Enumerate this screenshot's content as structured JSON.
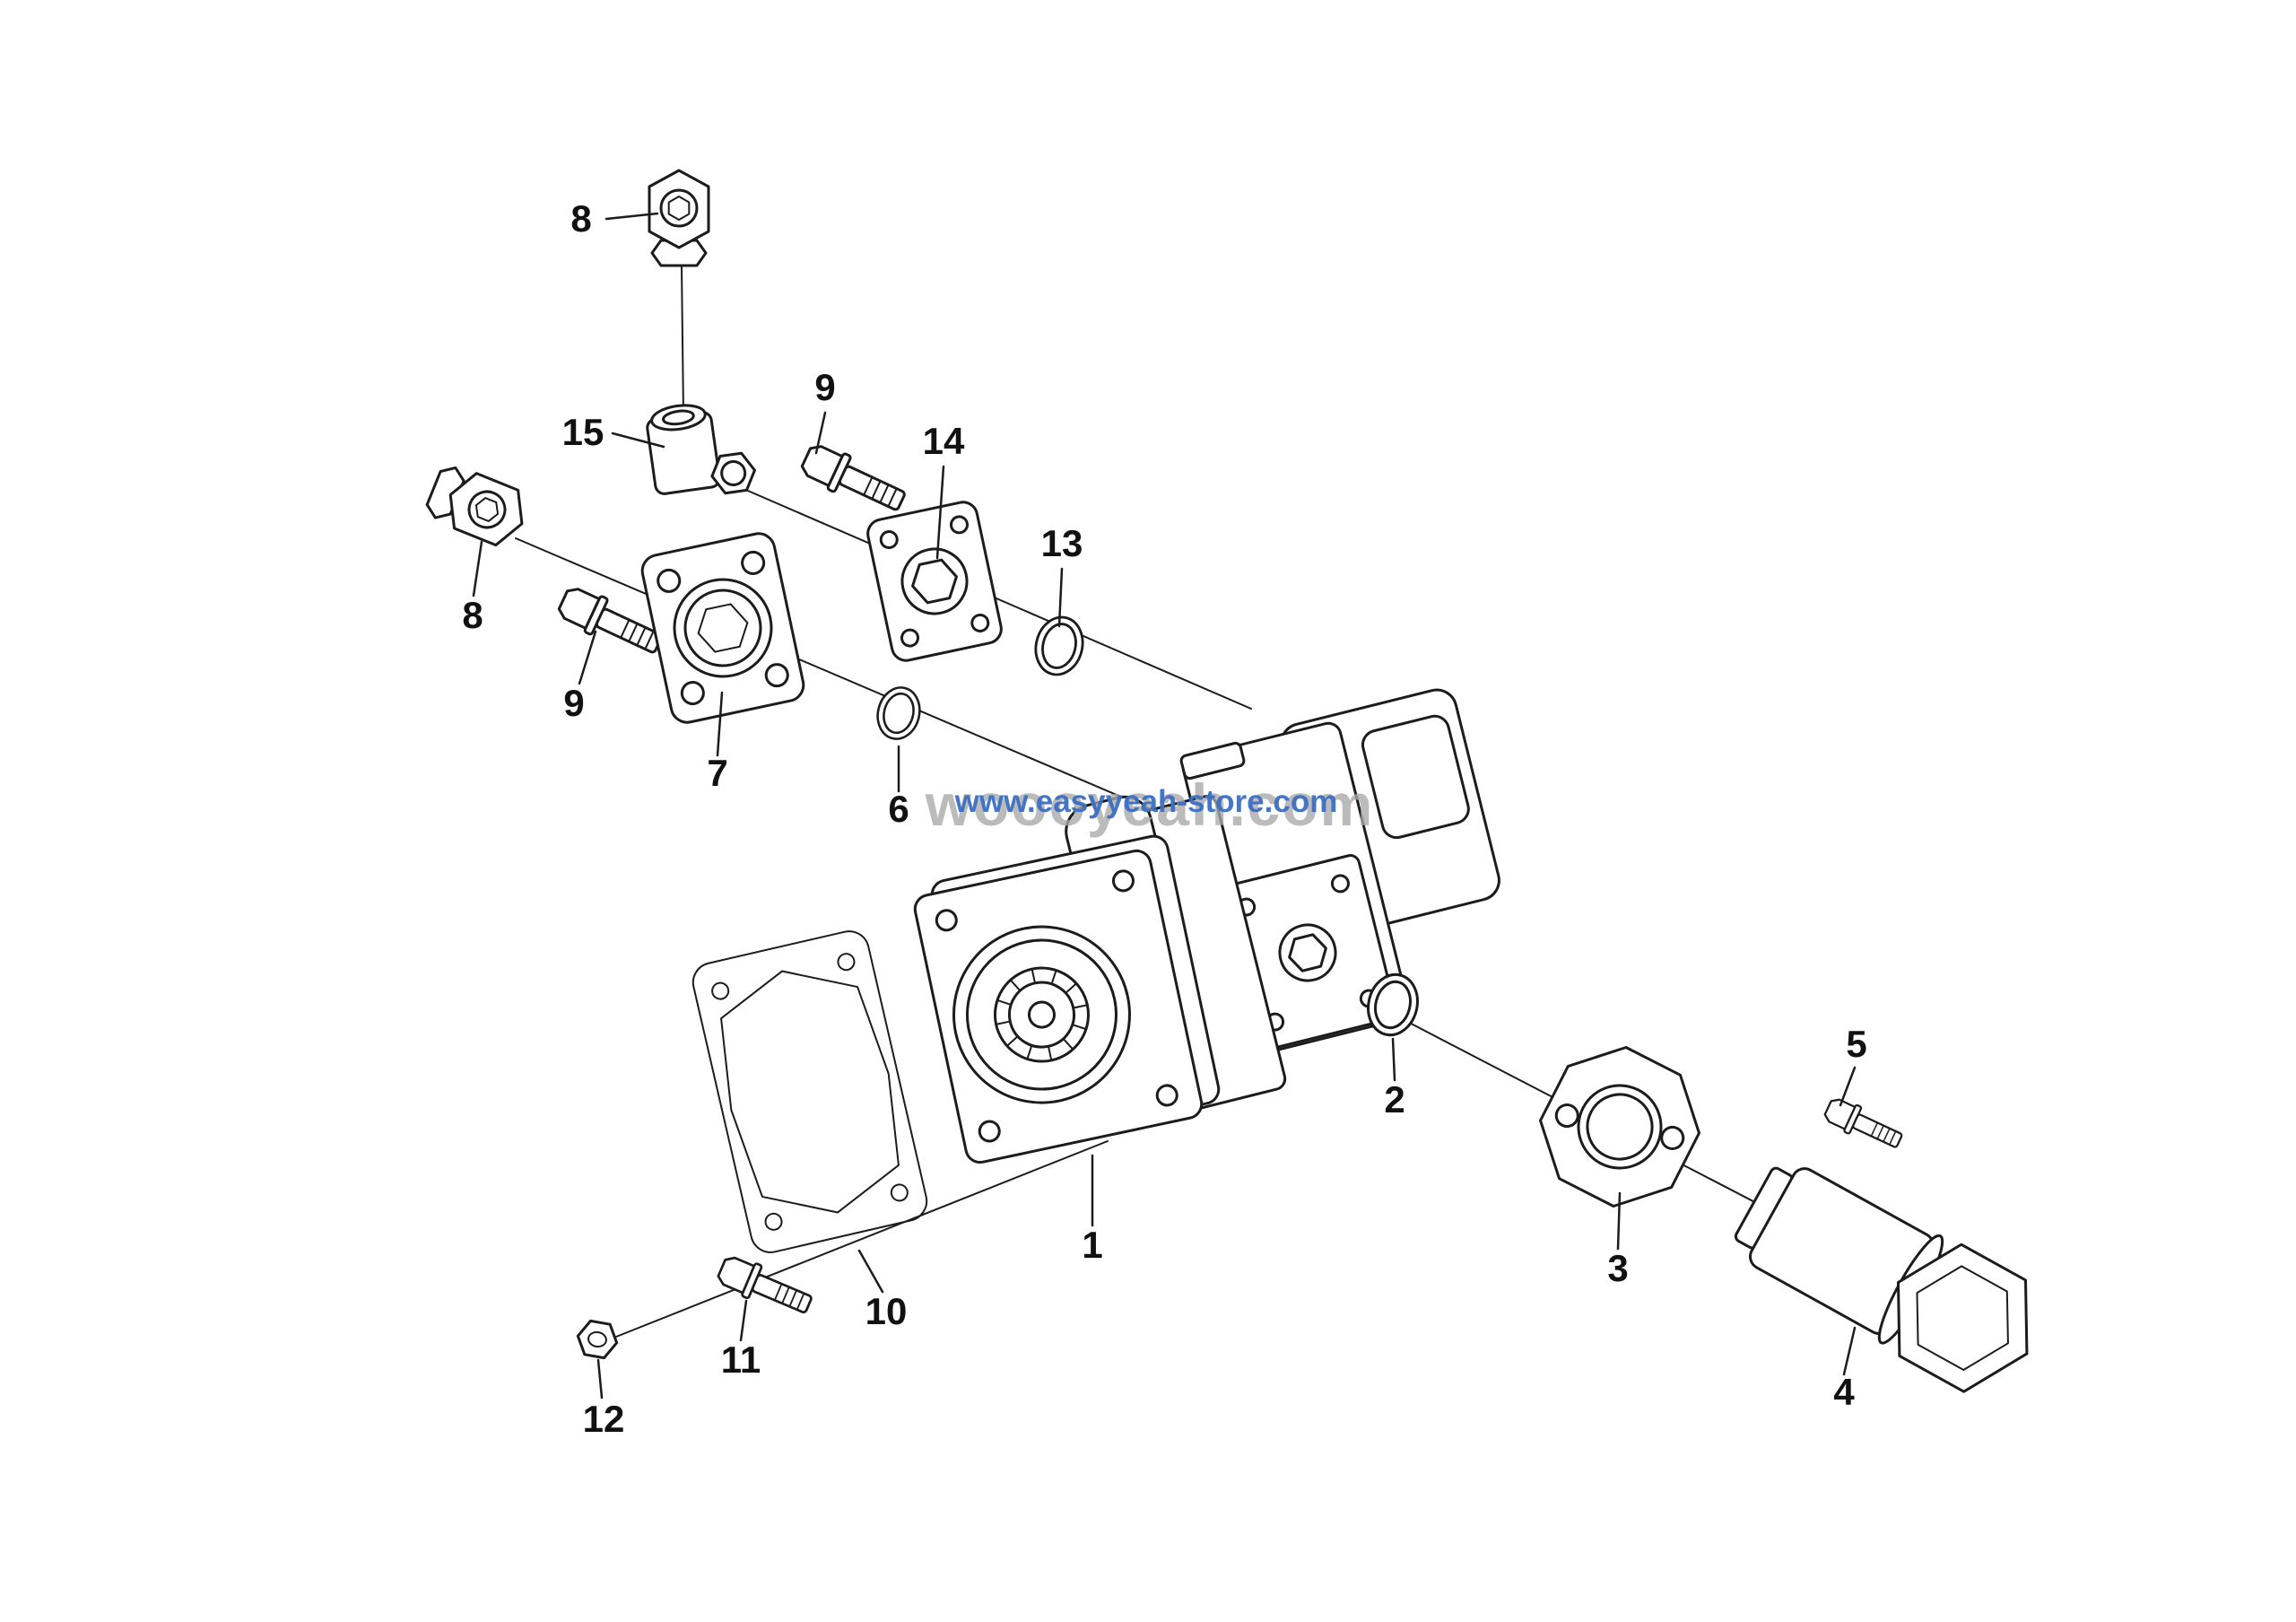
{
  "diagram": {
    "watermark": {
      "primary": "woooyeah.com",
      "secondary": "www.easyyeah-store.com"
    },
    "colors": {
      "background": "#ffffff",
      "line": "#1c1c1c",
      "watermark_gray": "#a9a9a9",
      "watermark_blue": "#3b6fc4",
      "label": "#111111"
    },
    "callouts": [
      {
        "label": "8"
      },
      {
        "label": "15"
      },
      {
        "label": "9"
      },
      {
        "label": "14"
      },
      {
        "label": "13"
      },
      {
        "label": "8"
      },
      {
        "label": "9"
      },
      {
        "label": "7"
      },
      {
        "label": "6"
      },
      {
        "label": "1"
      },
      {
        "label": "2"
      },
      {
        "label": "3"
      },
      {
        "label": "5"
      },
      {
        "label": "4"
      },
      {
        "label": "10"
      },
      {
        "label": "11"
      },
      {
        "label": "12"
      }
    ]
  }
}
